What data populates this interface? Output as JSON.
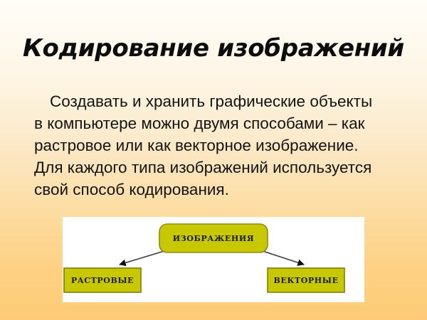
{
  "slide": {
    "title": "Кодирование изображений",
    "body_text": "Создавать и хранить графические объекты в компьютере можно двумя способами – как растровое или как векторное изображение. Для каждого типа изображений используется свой способ кодирования."
  },
  "diagram": {
    "root": {
      "label": "ИЗОБРАЖЕНИЯ"
    },
    "children": [
      {
        "label": "РАСТРОВЫЕ"
      },
      {
        "label": "ВЕКТОРНЫЕ"
      }
    ]
  },
  "colors": {
    "background_top": "#fffdf7",
    "background_bottom": "#fdcb76",
    "panel_background": "#ffffff",
    "node_fill": "#c8c800",
    "node_border": "#8a8a12",
    "arrow": "#3c3c3c",
    "title_text": "#0d0d0d",
    "body_text": "#131313"
  }
}
